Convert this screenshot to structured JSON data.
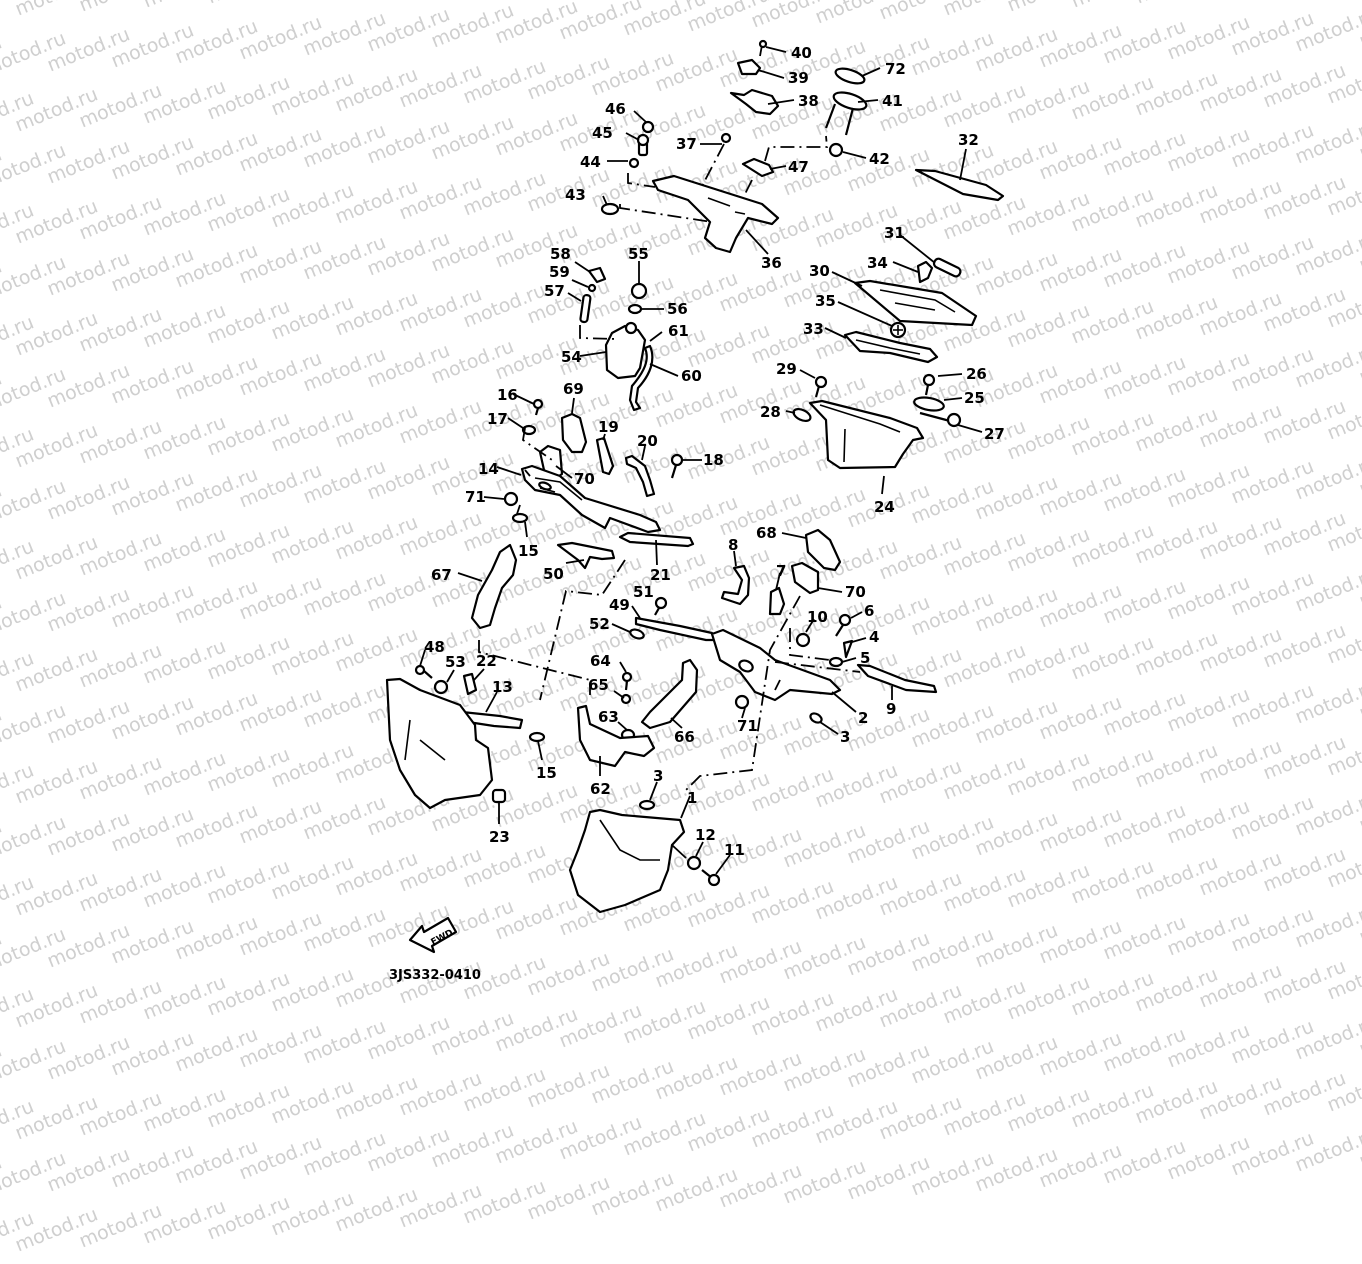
{
  "diagram": {
    "title": "Exploded parts diagram",
    "drawing_code": "3JS332-0410",
    "watermark_text": "motod.ru",
    "fwd_label": "FWD",
    "colors": {
      "ink": "#000000",
      "background": "#ffffff",
      "watermark": "#cfcfcf"
    },
    "callouts": [
      {
        "id": "1",
        "label": "1"
      },
      {
        "id": "2",
        "label": "2"
      },
      {
        "id": "3a",
        "label": "3"
      },
      {
        "id": "3b",
        "label": "3"
      },
      {
        "id": "4",
        "label": "4"
      },
      {
        "id": "5",
        "label": "5"
      },
      {
        "id": "6",
        "label": "6"
      },
      {
        "id": "7",
        "label": "7"
      },
      {
        "id": "8",
        "label": "8"
      },
      {
        "id": "9",
        "label": "9"
      },
      {
        "id": "10",
        "label": "10"
      },
      {
        "id": "11",
        "label": "11"
      },
      {
        "id": "12",
        "label": "12"
      },
      {
        "id": "13",
        "label": "13"
      },
      {
        "id": "14",
        "label": "14"
      },
      {
        "id": "15a",
        "label": "15"
      },
      {
        "id": "15b",
        "label": "15"
      },
      {
        "id": "16",
        "label": "16"
      },
      {
        "id": "17",
        "label": "17"
      },
      {
        "id": "18",
        "label": "18"
      },
      {
        "id": "19",
        "label": "19"
      },
      {
        "id": "20",
        "label": "20"
      },
      {
        "id": "21",
        "label": "21"
      },
      {
        "id": "22",
        "label": "22"
      },
      {
        "id": "23",
        "label": "23"
      },
      {
        "id": "24",
        "label": "24"
      },
      {
        "id": "25",
        "label": "25"
      },
      {
        "id": "26",
        "label": "26"
      },
      {
        "id": "27",
        "label": "27"
      },
      {
        "id": "28",
        "label": "28"
      },
      {
        "id": "29",
        "label": "29"
      },
      {
        "id": "30",
        "label": "30"
      },
      {
        "id": "31",
        "label": "31"
      },
      {
        "id": "32",
        "label": "32"
      },
      {
        "id": "33",
        "label": "33"
      },
      {
        "id": "34",
        "label": "34"
      },
      {
        "id": "35",
        "label": "35"
      },
      {
        "id": "36",
        "label": "36"
      },
      {
        "id": "37",
        "label": "37"
      },
      {
        "id": "38",
        "label": "38"
      },
      {
        "id": "39",
        "label": "39"
      },
      {
        "id": "40",
        "label": "40"
      },
      {
        "id": "41",
        "label": "41"
      },
      {
        "id": "42",
        "label": "42"
      },
      {
        "id": "43",
        "label": "43"
      },
      {
        "id": "44",
        "label": "44"
      },
      {
        "id": "45",
        "label": "45"
      },
      {
        "id": "46",
        "label": "46"
      },
      {
        "id": "47",
        "label": "47"
      },
      {
        "id": "48",
        "label": "48"
      },
      {
        "id": "49",
        "label": "49"
      },
      {
        "id": "50",
        "label": "50"
      },
      {
        "id": "51",
        "label": "51"
      },
      {
        "id": "52",
        "label": "52"
      },
      {
        "id": "53",
        "label": "53"
      },
      {
        "id": "54",
        "label": "54"
      },
      {
        "id": "55",
        "label": "55"
      },
      {
        "id": "56",
        "label": "56"
      },
      {
        "id": "57",
        "label": "57"
      },
      {
        "id": "58",
        "label": "58"
      },
      {
        "id": "59",
        "label": "59"
      },
      {
        "id": "60",
        "label": "60"
      },
      {
        "id": "61",
        "label": "61"
      },
      {
        "id": "62",
        "label": "62"
      },
      {
        "id": "63",
        "label": "63"
      },
      {
        "id": "64",
        "label": "64"
      },
      {
        "id": "65",
        "label": "65"
      },
      {
        "id": "66",
        "label": "66"
      },
      {
        "id": "67",
        "label": "67"
      },
      {
        "id": "68",
        "label": "68"
      },
      {
        "id": "69",
        "label": "69"
      },
      {
        "id": "70a",
        "label": "70"
      },
      {
        "id": "70b",
        "label": "70"
      },
      {
        "id": "71a",
        "label": "71"
      },
      {
        "id": "71b",
        "label": "71"
      },
      {
        "id": "72",
        "label": "72"
      }
    ]
  }
}
